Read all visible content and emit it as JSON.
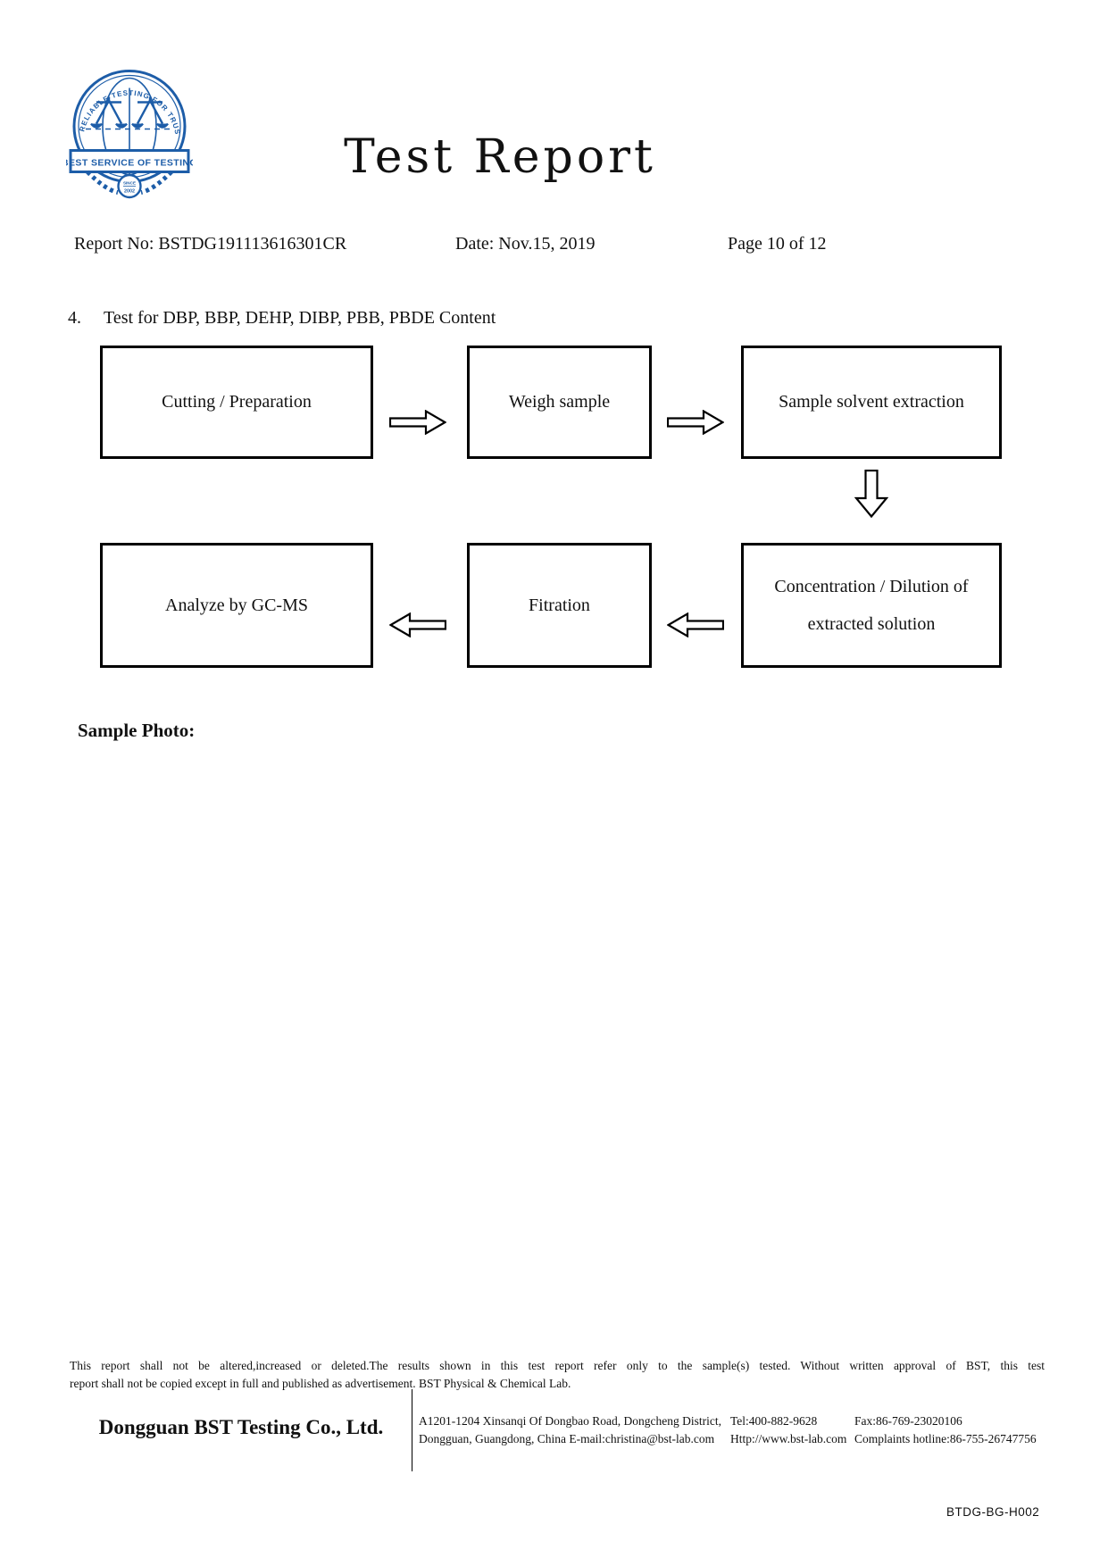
{
  "header": {
    "title": "Test Report",
    "report_no": "Report No: BSTDG191113616301CR",
    "date": "Date: Nov.15, 2019",
    "page": "Page 10 of 12"
  },
  "logo": {
    "arc_text": "A RELIABLE TESTING FOR TRUST",
    "banner_text": "BEST SERVICE OF TESTING",
    "since_line1": "SINCE",
    "since_line2": "2002",
    "color": "#1d5da8"
  },
  "section": {
    "number": "4.",
    "title": "Test for DBP, BBP, DEHP, DIBP, PBB, PBDE Content"
  },
  "flowchart": {
    "box_cutting": "Cutting / Preparation",
    "box_weigh": "Weigh sample",
    "box_extraction": "Sample solvent extraction",
    "box_concentration_line1": "Concentration / Dilution of",
    "box_concentration_line2": "extracted solution",
    "box_filtration": "Fitration",
    "box_analyze": "Analyze by GC-MS"
  },
  "sample_photo_label": "Sample Photo:",
  "footer": {
    "disclaimer_line1": "This report shall not be altered,increased or deleted.The results shown in this test report refer only to the sample(s) tested. Without written approval of BST, this test",
    "disclaimer_line2": "report shall not be copied except in full and published as advertisement. BST Physical & Chemical Lab.",
    "company_name": "Dongguan BST Testing Co., Ltd.",
    "address_line1": "A1201-1204 Xinsanqi Of Dongbao Road, Dongcheng District,",
    "address_line2": "Dongguan, Guangdong, China E-mail:christina@bst-lab.com",
    "tel": "Tel:400-882-9628",
    "fax": "Fax:86-769-23020106",
    "website": "Http://www.bst-lab.com",
    "complaints": "Complaints hotline:86-755-26747756",
    "form_code": "BTDG-BG-H002"
  }
}
